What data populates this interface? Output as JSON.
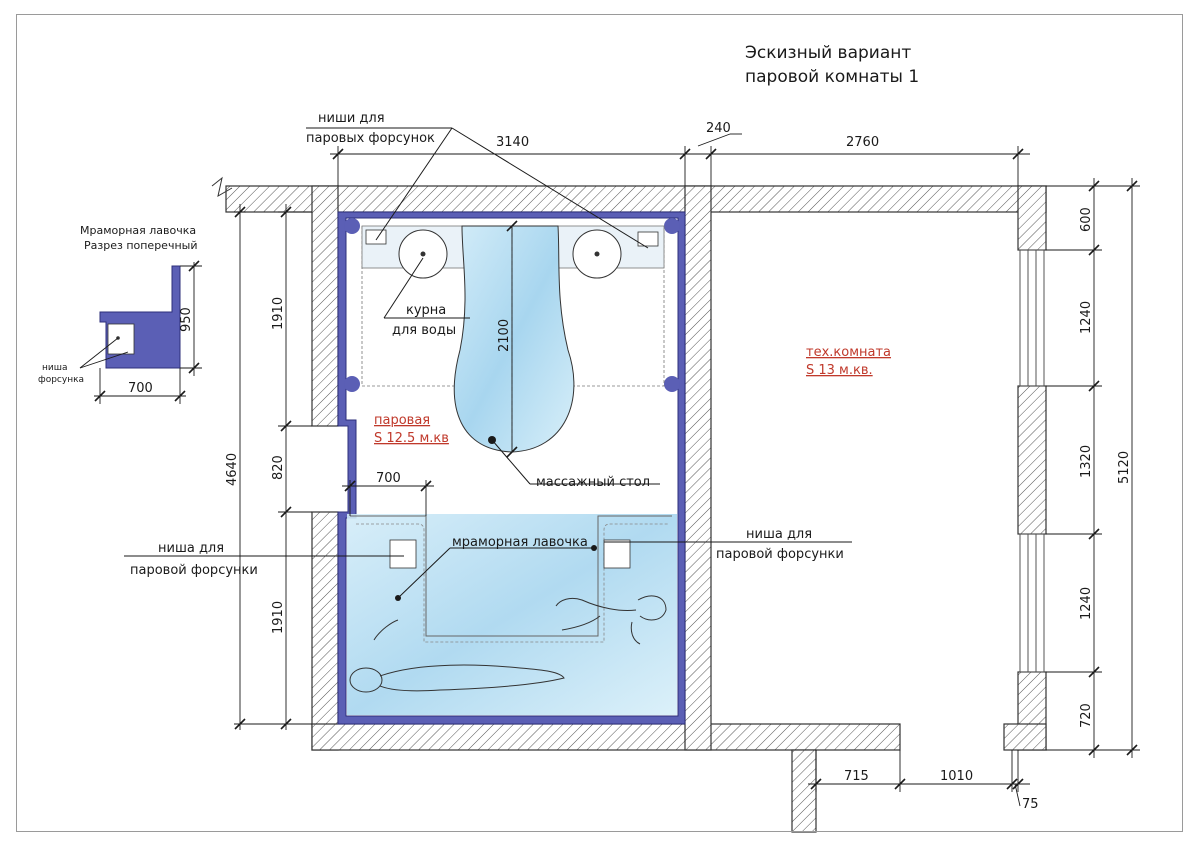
{
  "title": {
    "line1": "Эскизный вариант",
    "line2": "паровой комнаты 1"
  },
  "inset": {
    "title_line1": "Мраморная лавочка",
    "title_line2": "Разрез поперечный",
    "height_dim": "950",
    "width_dim": "700",
    "niche_line1": "ниша",
    "niche_line2": "форсунка"
  },
  "labels": {
    "niches_top_line1": "ниши для",
    "niches_top_line2": "паровых форсунок",
    "kurna_line1": "курна",
    "kurna_line2": "для воды",
    "steam_room_name": "паровая",
    "steam_room_area": "S 12.5 м.кв",
    "massage_table": "массажный стол",
    "marble_bench": "мраморная лавочка",
    "niche_left_line1": "ниша для",
    "niche_left_line2": "паровой форсунки",
    "niche_right_line1": "ниша для",
    "niche_right_line2": "паровой форсунки",
    "tech_room_name": "тех.комната",
    "tech_room_area": "S 13 м.кв."
  },
  "dimensions": {
    "top_steam": "3140",
    "top_wall": "240",
    "top_tech": "2760",
    "left_total": "4640",
    "left_upper": "1910",
    "left_door": "820",
    "left_lower": "1910",
    "massage_length": "2100",
    "bench_width": "700",
    "right_600": "600",
    "right_1240a": "1240",
    "right_1320": "1320",
    "right_1240b": "1240",
    "right_720": "720",
    "right_total": "5120",
    "bottom_715": "715",
    "bottom_1010": "1010",
    "bottom_75": "75"
  },
  "colors": {
    "wall_hatch": "#555555",
    "floor_outline": "#3b3f9a",
    "water_tint": "#bfe3f5",
    "annotation_red": "#c0392b"
  }
}
